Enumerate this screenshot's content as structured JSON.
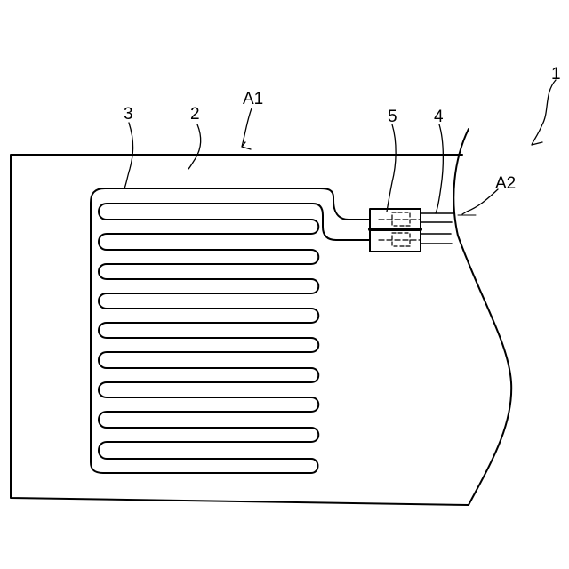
{
  "labels": {
    "figure_ref": "1",
    "section_a1": "A1",
    "section_a2": "A2",
    "heater_pattern": "3",
    "base_layer": "2",
    "connector": "5",
    "lead_wire": "4"
  }
}
